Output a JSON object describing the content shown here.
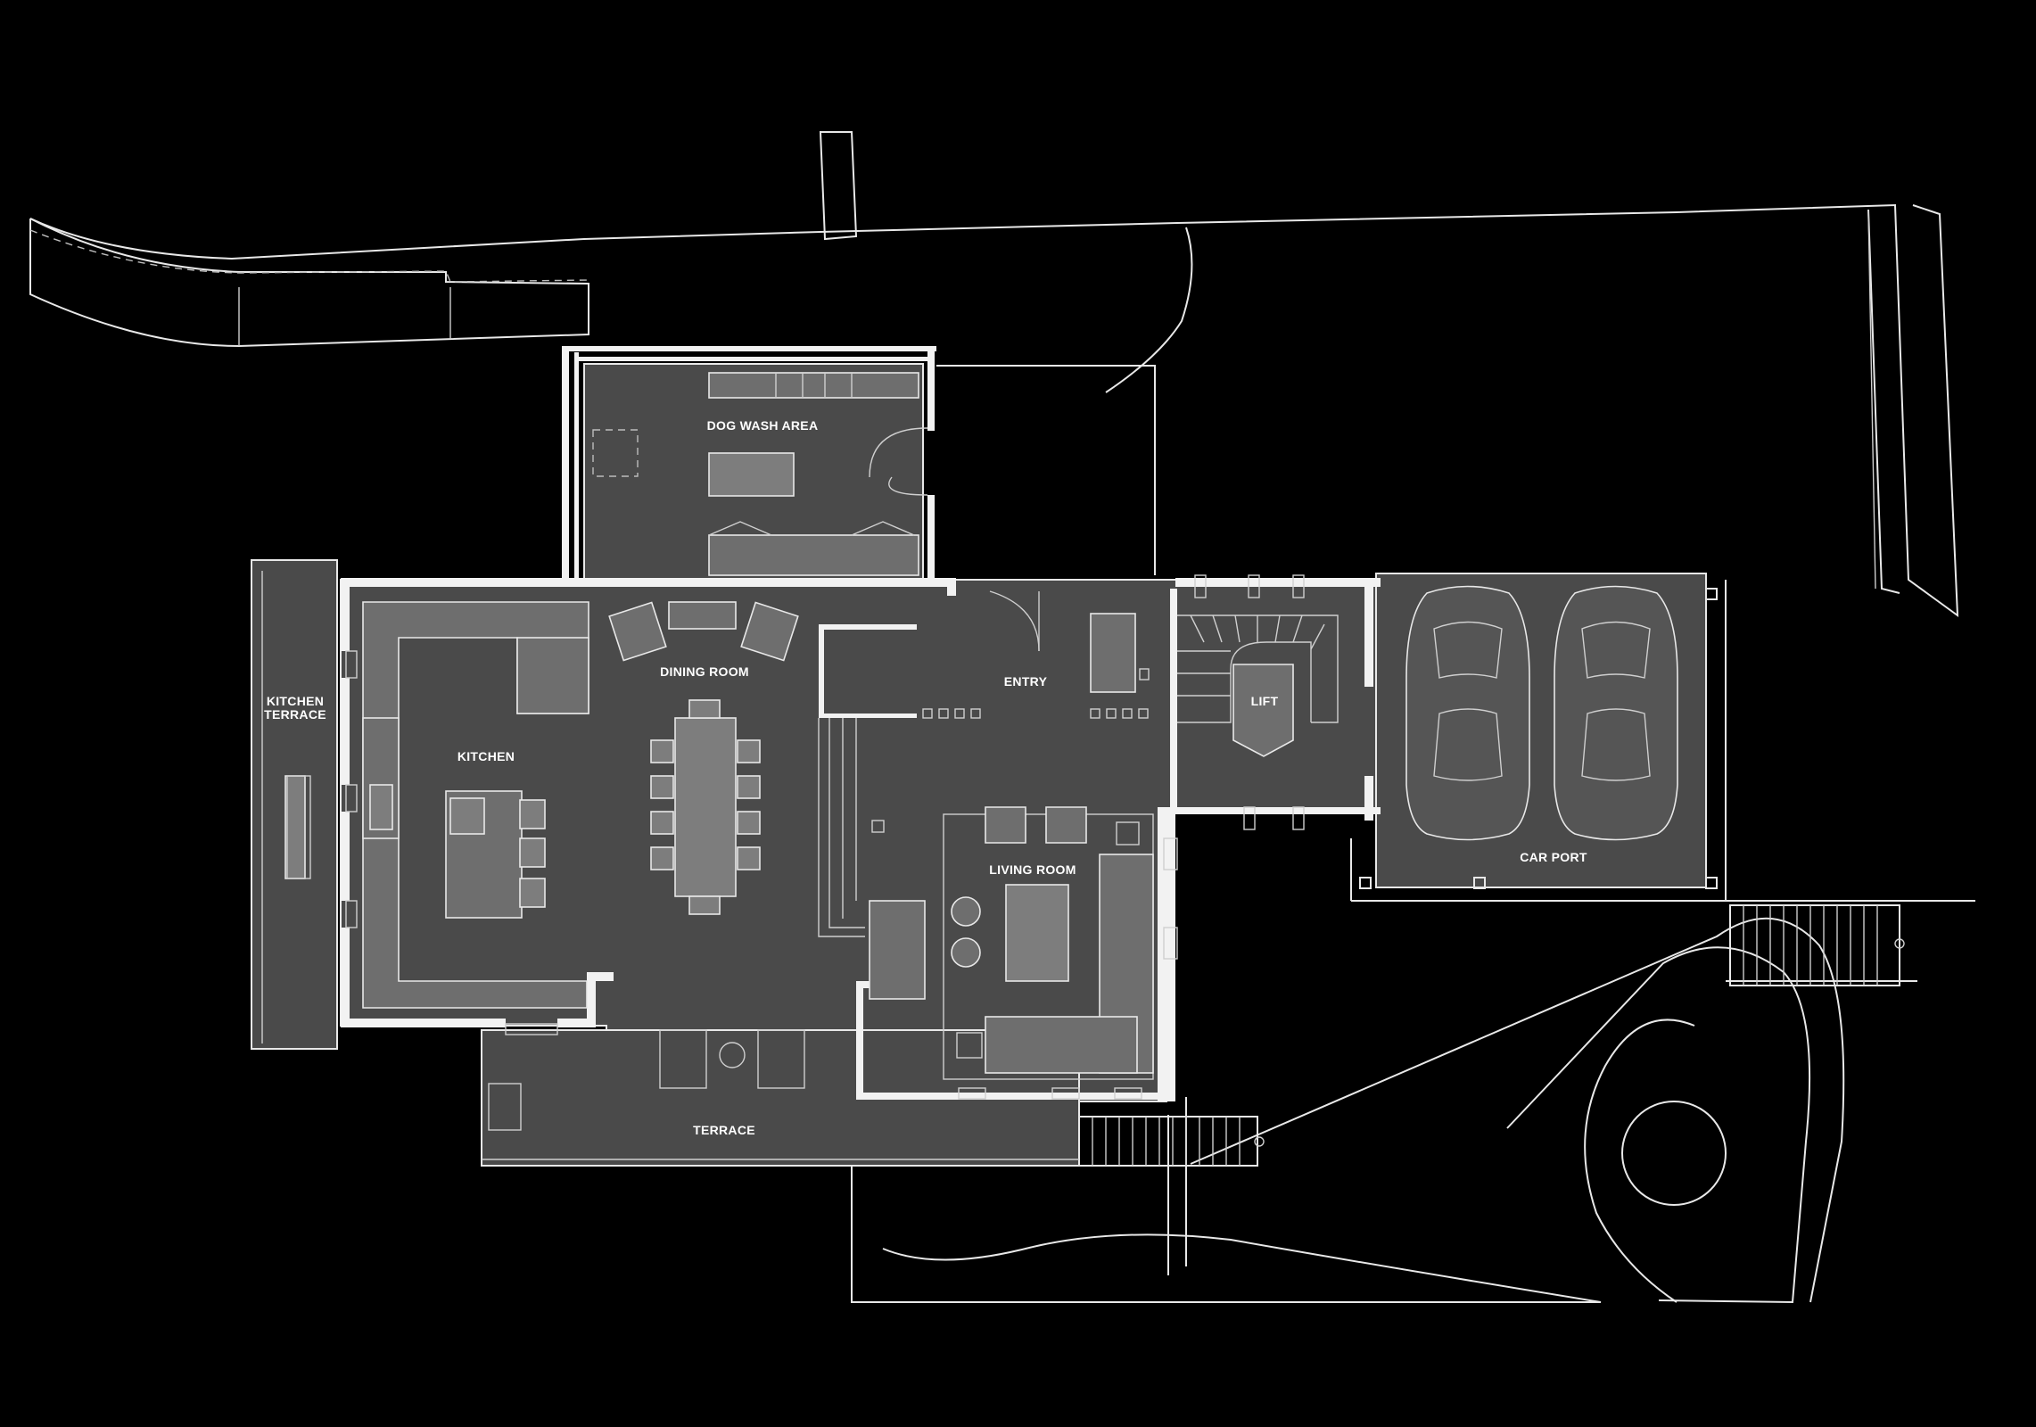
{
  "plan": {
    "rooms": {
      "dog_wash": "DOG WASH AREA",
      "dining": "DINING ROOM",
      "entry": "ENTRY",
      "lift": "LIFT",
      "kitchen_terrace_1": "KITCHEN",
      "kitchen_terrace_2": "TERRACE",
      "kitchen": "KITCHEN",
      "living": "LIVING ROOM",
      "car_port": "CAR PORT",
      "terrace": "TERRACE"
    },
    "colors": {
      "background": "#000000",
      "floor": "#4a4a4a",
      "lines": "#e8e8e8",
      "furniture": "#6e6e6e"
    }
  }
}
